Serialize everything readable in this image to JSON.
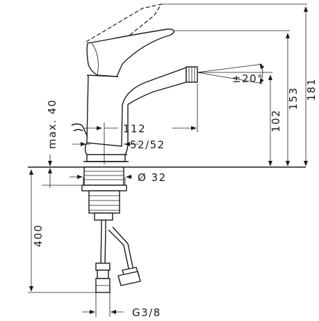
{
  "dimensions": {
    "overall_height": "181",
    "lever_height": "153",
    "spout_height": "102",
    "spout_reach": "112",
    "spout_swivel": "±20°",
    "max_deck": "max. 40",
    "hole_diameter": "Ø 32",
    "hose_length": "400",
    "connection_thread": "G3/8",
    "base_size": "52/52"
  }
}
